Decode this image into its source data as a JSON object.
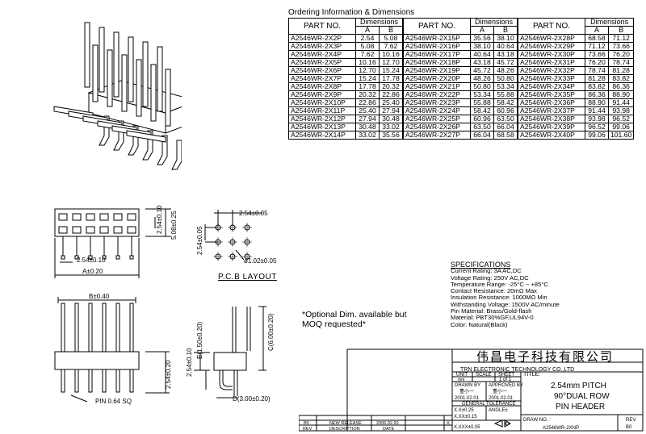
{
  "ordering": {
    "title": "Ordering Information & Dimensions",
    "headers": {
      "part_no": "PART NO.",
      "dimensions": "Dimensions",
      "a": "A",
      "b": "B"
    },
    "tables": [
      [
        [
          "A2546WR-2X2P",
          "2.54",
          "5.08"
        ],
        [
          "A2546WR-2X3P",
          "5.08",
          "7.62"
        ],
        [
          "A2546WR-2X4P",
          "7.62",
          "10.16"
        ],
        [
          "A2546WR-2X5P",
          "10.16",
          "12.70"
        ],
        [
          "A2546WR-2X6P",
          "12.70",
          "15.24"
        ],
        [
          "A2546WR-2X7P",
          "15.24",
          "17.78"
        ],
        [
          "A2546WR-2X8P",
          "17.78",
          "20.32"
        ],
        [
          "A2546WR-2X9P",
          "20.32",
          "22.86"
        ],
        [
          "A2546WR-2X10P",
          "22.86",
          "25.40"
        ],
        [
          "A2546WR-2X11P",
          "25.40",
          "27.94"
        ],
        [
          "A2546WR-2X12P",
          "27.94",
          "30.48"
        ],
        [
          "A2546WR-2X13P",
          "30.48",
          "33.02"
        ],
        [
          "A2546WR-2X14P",
          "33.02",
          "35.56"
        ]
      ],
      [
        [
          "A2546WR-2X15P",
          "35.56",
          "38.10"
        ],
        [
          "A2546WR-2X16P",
          "38.10",
          "40.64"
        ],
        [
          "A2546WR-2X17P",
          "40.64",
          "43.18"
        ],
        [
          "A2546WR-2X18P",
          "43.18",
          "45.72"
        ],
        [
          "A2546WR-2X19P",
          "45.72",
          "48.26"
        ],
        [
          "A2546WR-2X20P",
          "48.26",
          "50.80"
        ],
        [
          "A2546WR-2X21P",
          "50.80",
          "53.34"
        ],
        [
          "A2546WR-2X22P",
          "53.34",
          "55.88"
        ],
        [
          "A2546WR-2X23P",
          "55.88",
          "58.42"
        ],
        [
          "A2546WR-2X24P",
          "58.42",
          "60.96"
        ],
        [
          "A2546WR-2X25P",
          "60.96",
          "63.50"
        ],
        [
          "A2546WR-2X26P",
          "63.50",
          "66.04"
        ],
        [
          "A2546WR-2X27P",
          "66.04",
          "68.58"
        ]
      ],
      [
        [
          "A2546WR-2X28P",
          "68.58",
          "71.12"
        ],
        [
          "A2546WR-2X29P",
          "71.12",
          "73.66"
        ],
        [
          "A2546WR-2X30P",
          "73.66",
          "76.20"
        ],
        [
          "A2546WR-2X31P",
          "76.20",
          "78.74"
        ],
        [
          "A2546WR-2X32P",
          "78.74",
          "81.28"
        ],
        [
          "A2546WR-2X33P",
          "81.28",
          "83.82"
        ],
        [
          "A2546WR-2X34P",
          "83.82",
          "86.36"
        ],
        [
          "A2546WR-2X35P",
          "86.36",
          "88.90"
        ],
        [
          "A2546WR-2X36P",
          "88.90",
          "91.44"
        ],
        [
          "A2546WR-2X37P",
          "91.44",
          "93.98"
        ],
        [
          "A2546WR-2X38P",
          "93.98",
          "96.52"
        ],
        [
          "A2546WR-2X39P",
          "96.52",
          "99.06"
        ],
        [
          "A2546WR-2X40P",
          "99.06",
          "101.60"
        ]
      ]
    ]
  },
  "specifications": {
    "title": "SPECIFICATIONS",
    "lines": [
      "Current Rating: 3A AC,DC",
      "Voltage Rating: 250V AC,DC",
      "Temperature Range: -25°C ~ +85°C",
      "Contact Resistance: 20mΩ Max",
      "Insulation Resistance: 1000MΩ Min",
      "Withstanding Voltage: 1500V AC/minute",
      "Pin Material: Brass/Gold-flash",
      "Material: PBT30%GF,UL94V-0",
      "Color: Natural(Black)"
    ]
  },
  "notes": {
    "optional": "*Optional Dim. available but",
    "optional2": "MOQ requested*"
  },
  "pcb": {
    "title": "P.C.B LAYOUT",
    "pitch_h": "2.54±0.05",
    "pitch_v": "2.54±0.05",
    "hole": "ø1.02±0.05"
  },
  "front_view": {
    "h": "5.08±0.25",
    "w": "2.54±0.10",
    "pitch": "2.54±0.10",
    "a": "A±0.20"
  },
  "side_front": {
    "b": "B±0.40",
    "h": "2.54±0.20",
    "pin": "PIN 0.64 SQ"
  },
  "side_view": {
    "pitch": "2.54±0.10",
    "e": "E(1.50±0.20)",
    "c": "C(6.00±0.20)",
    "d": "D(3.00±0.20)"
  },
  "title_block": {
    "company_cn": "伟昌电子科技有限公司",
    "company_en": "TRN ELECTRONIC TECHNOLOGY CO.,LTD",
    "unit": "UNIT",
    "scale": "SCALE",
    "sheet": "SHEET",
    "title_label": "TITLE:",
    "unit_val": "mm",
    "sheet_val": "1 of 1",
    "drawn_by": "DRAWN BY",
    "approved_by": "APPROVED BY",
    "drawn_name": "董小一",
    "approved_name": "董小一",
    "drawn_date": "2001.02.01",
    "approved_date": "2001.02.01",
    "tol": "GENERAL TOLERANCE",
    "tol1": "X.X±0.25",
    "tol2": "ANGLE±",
    "tol3": "X.XX±0.15",
    "tol4": "X.XXX±0.05",
    "title1": "2.54mm PITCH",
    "title2": "90°DUAL ROW",
    "title3": "PIN HEADER",
    "drawno_label": "DRAW NO. :",
    "drawno": "A2546WR-2XNP",
    "rev_label": "REV.",
    "rev": "B0",
    "rev_row_rev": "B0",
    "rev_row_desc": "NEW RELEASE",
    "rev_row_date": "2006.02.20",
    "rev_row_x": "X",
    "rev_h": "REV",
    "desc_h": "DESCRIPTION",
    "date_h": "DATE"
  }
}
